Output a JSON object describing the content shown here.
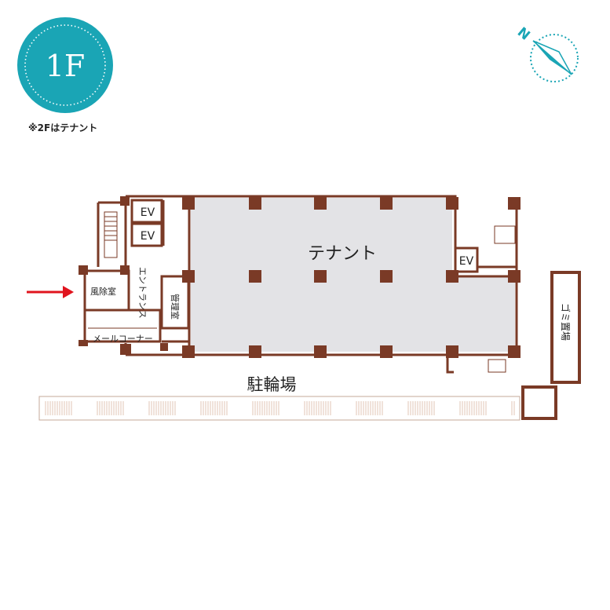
{
  "floor_badge": {
    "label": "1F"
  },
  "note": "※2Fはテナント",
  "compass": {
    "label": "N"
  },
  "rooms": {
    "tenant": "テナント",
    "ev1": "EV",
    "ev2": "EV",
    "ev3": "EV",
    "windbreak": "風除室",
    "entrance": "エントランス",
    "management": "管理室",
    "mail_corner": "メールコーナー",
    "garbage": "ゴミ置場",
    "bicycle_parking": "駐輪場"
  },
  "colors": {
    "wall": "#7a3a26",
    "tenant_fill": "#e3e3e6",
    "badge": "#1aa5b5",
    "compass": "#1aa5b5",
    "arrow": "#e0141e",
    "parking_line": "#e8c9b8"
  }
}
